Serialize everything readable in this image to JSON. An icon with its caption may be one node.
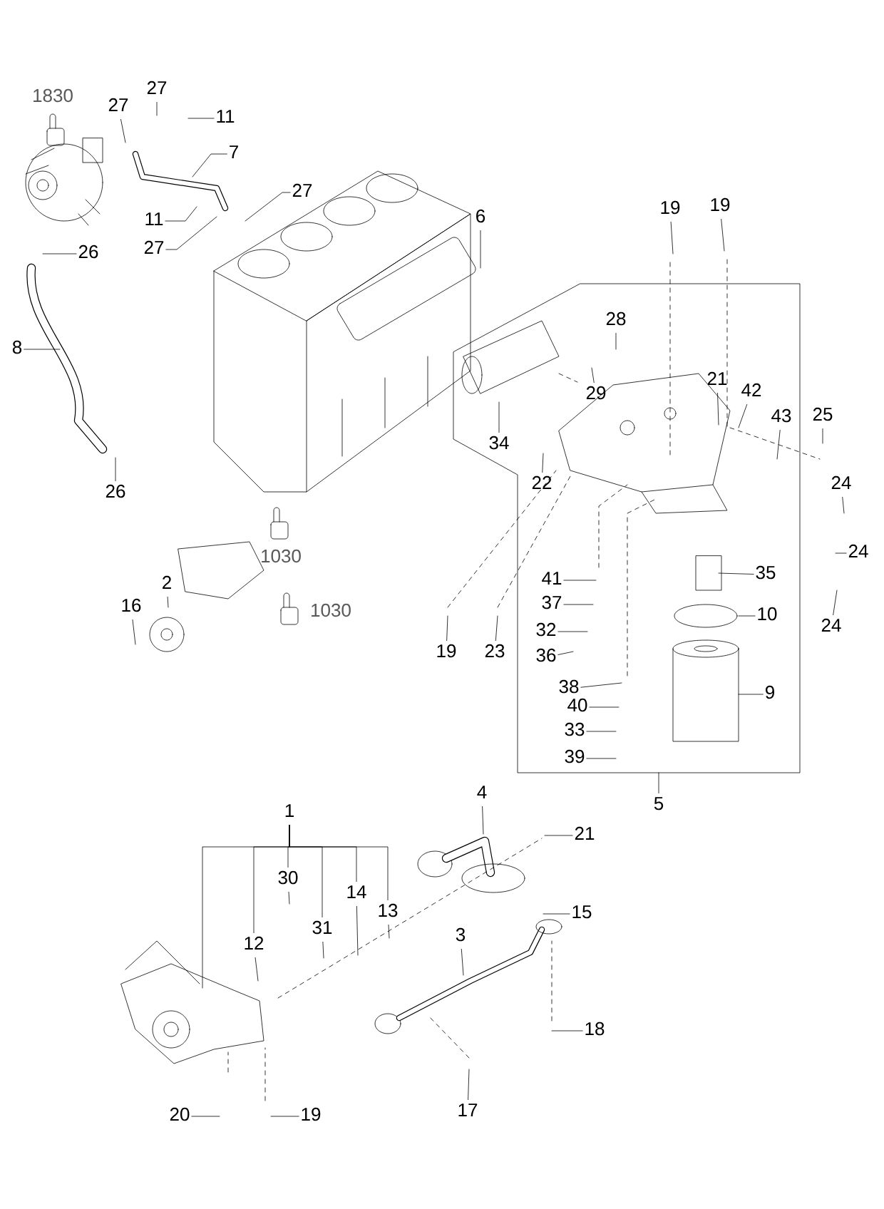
{
  "diagram": {
    "nodes": [
      {
        "text": [
          "27"
        ]
      },
      {
        "text": [
          "27"
        ]
      },
      {
        "text": [
          "11"
        ]
      },
      {
        "text": [
          "7"
        ]
      },
      {
        "text": [
          "11"
        ]
      },
      {
        "text": [
          "27"
        ]
      },
      {
        "text": [
          "27"
        ]
      },
      {
        "text": [
          "26"
        ]
      },
      {
        "text": [
          "8"
        ]
      },
      {
        "text": [
          "26"
        ]
      },
      {
        "text": [
          "6"
        ]
      },
      {
        "text": [
          "19"
        ]
      },
      {
        "text": [
          "19"
        ]
      },
      {
        "text": [
          "28"
        ]
      },
      {
        "text": [
          "29"
        ]
      },
      {
        "text": [
          "21"
        ]
      },
      {
        "text": [
          "42"
        ]
      },
      {
        "text": [
          "43"
        ]
      },
      {
        "text": [
          "25"
        ]
      },
      {
        "text": [
          "34"
        ]
      },
      {
        "text": [
          "22"
        ]
      },
      {
        "text": [
          "24"
        ]
      },
      {
        "text": [
          "24"
        ]
      },
      {
        "text": [
          "35"
        ]
      },
      {
        "text": [
          "41"
        ]
      },
      {
        "text": [
          "37"
        ]
      },
      {
        "text": [
          "24"
        ]
      },
      {
        "text": [
          "10"
        ]
      },
      {
        "text": [
          "32"
        ]
      },
      {
        "text": [
          "19"
        ]
      },
      {
        "text": [
          "23"
        ]
      },
      {
        "text": [
          "36"
        ]
      },
      {
        "text": [
          "38"
        ]
      },
      {
        "text": [
          "9"
        ]
      },
      {
        "text": [
          "40"
        ]
      },
      {
        "text": [
          "33"
        ]
      },
      {
        "text": [
          "39"
        ]
      },
      {
        "text": [
          "2"
        ]
      },
      {
        "text": [
          "16"
        ]
      },
      {
        "text": [
          "4"
        ]
      },
      {
        "text": [
          "5"
        ]
      },
      {
        "text": [
          "1"
        ]
      },
      {
        "text": [
          "21"
        ]
      },
      {
        "text": [
          "30"
        ]
      },
      {
        "text": [
          "14"
        ]
      },
      {
        "text": [
          "13"
        ]
      },
      {
        "text": [
          "15"
        ]
      },
      {
        "text": [
          "31"
        ]
      },
      {
        "text": [
          "3"
        ]
      },
      {
        "text": [
          "12"
        ]
      },
      {
        "text": [
          "18"
        ]
      },
      {
        "text": [
          "17"
        ]
      },
      {
        "text": [
          "20"
        ]
      },
      {
        "text": [
          "19"
        ]
      }
    ],
    "edges": [
      {
        "from": 0,
        "to": null,
        "arrow": "none"
      },
      {
        "from": 1,
        "to": null,
        "arrow": "none"
      },
      {
        "from": 2,
        "to": null,
        "arrow": "none"
      },
      {
        "from": 3,
        "to": null,
        "arrow": "none"
      },
      {
        "from": 4,
        "to": null,
        "arrow": "none"
      },
      {
        "from": 5,
        "to": null,
        "arrow": "none"
      },
      {
        "from": 6,
        "to": null,
        "arrow": "none"
      },
      {
        "from": 7,
        "to": null,
        "arrow": "none"
      },
      {
        "from": 8,
        "to": null,
        "arrow": "none"
      },
      {
        "from": 9,
        "to": null,
        "arrow": "none"
      },
      {
        "from": 10,
        "to": null,
        "arrow": "none"
      },
      {
        "from": 11,
        "to": null,
        "arrow": "none"
      },
      {
        "from": 12,
        "to": null,
        "arrow": "none"
      },
      {
        "from": 13,
        "to": null,
        "arrow": "none"
      },
      {
        "from": 14,
        "to": null,
        "arrow": "none"
      },
      {
        "from": 15,
        "to": null,
        "arrow": "none"
      },
      {
        "from": 16,
        "to": null,
        "arrow": "none"
      },
      {
        "from": 17,
        "to": null,
        "arrow": "none"
      },
      {
        "from": 18,
        "to": null,
        "arrow": "none"
      },
      {
        "from": 19,
        "to": null,
        "arrow": "none"
      },
      {
        "from": 20,
        "to": null,
        "arrow": "none"
      },
      {
        "from": 21,
        "to": null,
        "arrow": "none"
      },
      {
        "from": 22,
        "to": null,
        "arrow": "none"
      },
      {
        "from": 23,
        "to": null,
        "arrow": "none"
      },
      {
        "from": 24,
        "to": null,
        "arrow": "none"
      },
      {
        "from": 25,
        "to": null,
        "arrow": "none"
      },
      {
        "from": 26,
        "to": null,
        "arrow": "none"
      },
      {
        "from": 27,
        "to": null,
        "arrow": "none"
      },
      {
        "from": 28,
        "to": null,
        "arrow": "none"
      },
      {
        "from": 29,
        "to": null,
        "arrow": "none"
      },
      {
        "from": 30,
        "to": null,
        "arrow": "none"
      },
      {
        "from": 31,
        "to": null,
        "arrow": "none"
      },
      {
        "from": 32,
        "to": null,
        "arrow": "none"
      },
      {
        "from": 33,
        "to": null,
        "arrow": "none"
      },
      {
        "from": 34,
        "to": null,
        "arrow": "none"
      },
      {
        "from": 35,
        "to": null,
        "arrow": "none"
      },
      {
        "from": 36,
        "to": null,
        "arrow": "none"
      },
      {
        "from": 37,
        "to": null,
        "arrow": "none"
      },
      {
        "from": 38,
        "to": null,
        "arrow": "none"
      },
      {
        "from": 39,
        "to": null,
        "arrow": "none"
      },
      {
        "from": 40,
        "to": null,
        "arrow": "none"
      },
      {
        "from": 41,
        "to": null,
        "arrow": "none"
      },
      {
        "from": 41,
        "to": 49,
        "arrow": "none"
      },
      {
        "from": 41,
        "to": 43,
        "arrow": "none"
      },
      {
        "from": 41,
        "to": 47,
        "arrow": "none"
      },
      {
        "from": 41,
        "to": 44,
        "arrow": "none"
      },
      {
        "from": 41,
        "to": 45,
        "arrow": "none"
      },
      {
        "from": 42,
        "to": null,
        "arrow": "none"
      },
      {
        "from": 43,
        "to": null,
        "arrow": "none"
      },
      {
        "from": 44,
        "to": null,
        "arrow": "none"
      },
      {
        "from": 45,
        "to": null,
        "arrow": "none"
      },
      {
        "from": 46,
        "to": null,
        "arrow": "none"
      },
      {
        "from": 47,
        "to": null,
        "arrow": "none"
      },
      {
        "from": 48,
        "to": null,
        "arrow": "none"
      },
      {
        "from": 49,
        "to": null,
        "arrow": "none"
      },
      {
        "from": 50,
        "to": null,
        "arrow": "none"
      },
      {
        "from": 51,
        "to": null,
        "arrow": "none"
      },
      {
        "from": 52,
        "to": null,
        "arrow": "none"
      },
      {
        "from": 53,
        "to": null,
        "arrow": "none"
      }
    ],
    "labels": [
      "1830",
      "1030",
      "1030"
    ]
  }
}
